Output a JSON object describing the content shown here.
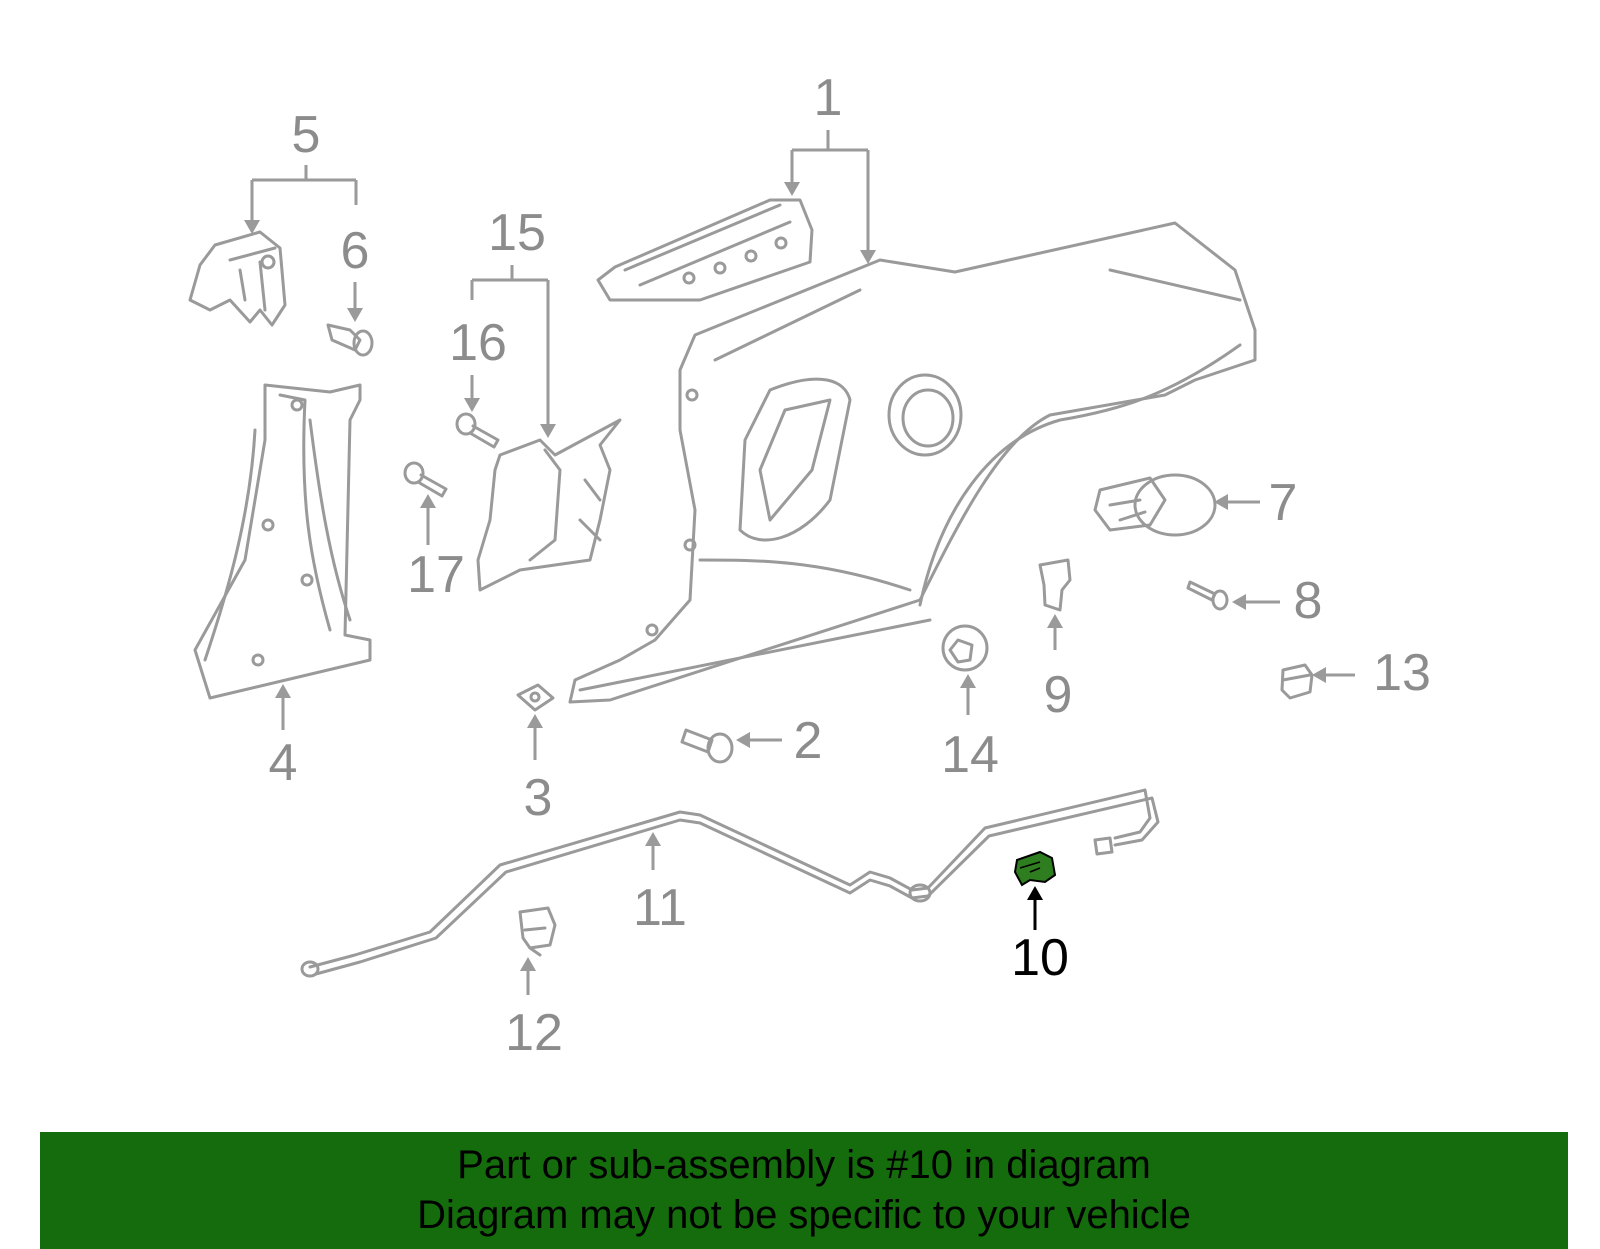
{
  "diagram": {
    "highlighted_part": "10",
    "highlight_color": "#2e7d1f",
    "line_color": "#9a9a9a",
    "callouts": {
      "p1": "1",
      "p2": "2",
      "p3": "3",
      "p4": "4",
      "p5": "5",
      "p6": "6",
      "p7": "7",
      "p8": "8",
      "p9": "9",
      "p10": "10",
      "p11": "11",
      "p12": "12",
      "p13": "13",
      "p14": "14",
      "p15": "15",
      "p16": "16",
      "p17": "17"
    }
  },
  "banner": {
    "line1": "Part or sub-assembly is #10 in diagram",
    "line2": "Diagram may not be specific to your vehicle",
    "background": "#146c0c"
  }
}
